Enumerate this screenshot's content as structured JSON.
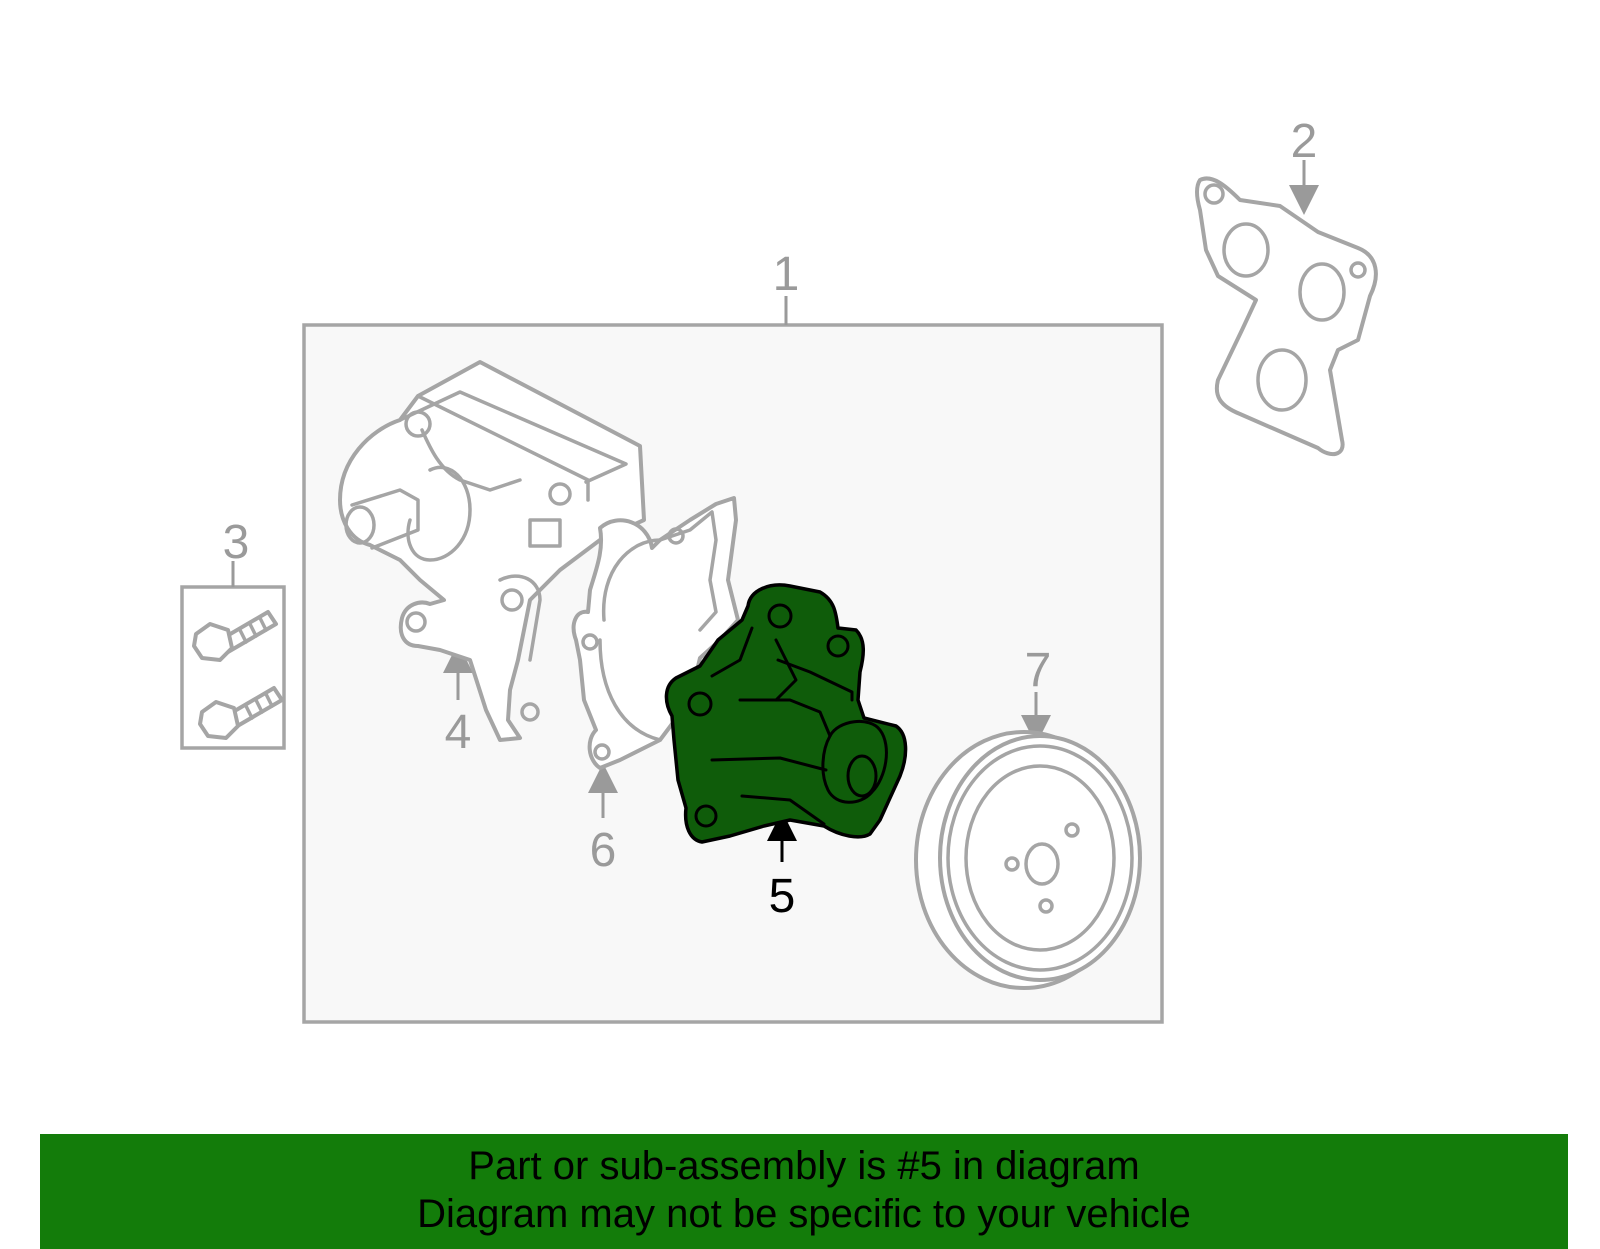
{
  "callouts": {
    "c1": "1",
    "c2": "2",
    "c3": "3",
    "c4": "4",
    "c5": "5",
    "c6": "6",
    "c7": "7"
  },
  "banner": {
    "line1": "Part or sub-assembly is #5 in diagram",
    "line2": "Diagram may not be specific to your vehicle"
  },
  "colors": {
    "highlight_part": "#0f5c0a",
    "banner_background": "#137c0a",
    "outline_gray": "#a5a5a5"
  }
}
